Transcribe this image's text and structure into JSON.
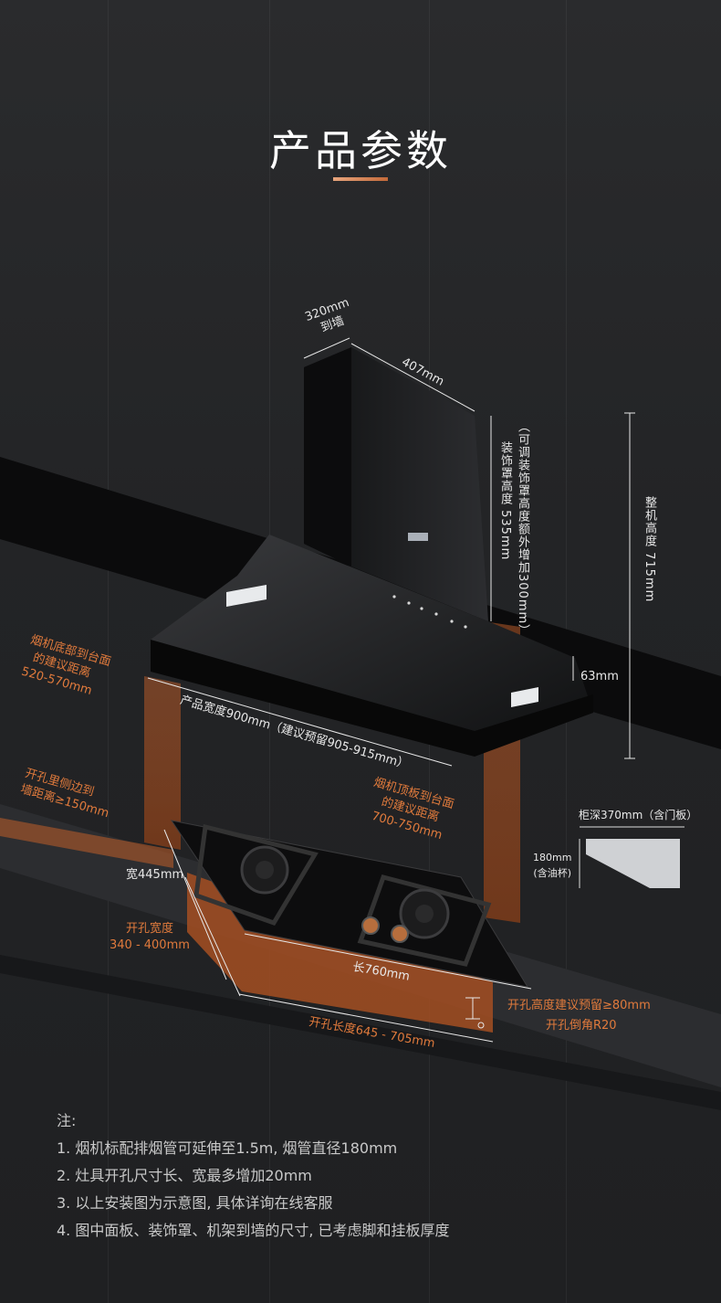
{
  "title": "产品参数",
  "hood": {
    "depth_label_1": "320mm",
    "depth_label_2": "到墙",
    "cover_width": "407mm",
    "cover_height": "装饰罩高度 535mm",
    "cover_note": "（可调装饰罩高度额外增加300mm）",
    "total_height": "整机高度 715mm",
    "panel_height": "63mm",
    "width_label": "产品宽度900mm（建议预留905-915mm）"
  },
  "clearances": {
    "bottom_line1": "烟机底部到台面",
    "bottom_line2": "的建议距离",
    "bottom_line3": "520-570mm",
    "top_line1": "烟机顶板到台面",
    "top_line2": "的建议距离",
    "top_line3": "700-750mm",
    "side_line1": "开孔里侧边到",
    "side_line2": "墙距离≥150mm"
  },
  "cabinet": {
    "depth": "柜深370mm（含门板）",
    "lip_line1": "180mm",
    "lip_line2": "(含油杯)"
  },
  "stove": {
    "width": "宽445mm",
    "length": "长760mm",
    "cut_width_line1": "开孔宽度",
    "cut_width_line2": "340 - 400mm",
    "cut_length": "开孔长度645 - 705mm",
    "cut_height": "开孔高度建议预留≥80mm",
    "cut_corner": "开孔倒角R20"
  },
  "notes": {
    "heading": "注:",
    "items": [
      "1. 烟机标配排烟管可延伸至1.5m, 烟管直径180mm",
      "2. 灶具开孔尺寸长、宽最多增加20mm",
      "3. 以上安装图为示意图, 具体详询在线客服",
      "4. 图中面板、装饰罩、机架到墙的尺寸, 已考虑脚和挂板厚度"
    ]
  },
  "colors": {
    "background": "#1f2022",
    "accent": "#e07a3c",
    "text": "#e8e8e8"
  }
}
